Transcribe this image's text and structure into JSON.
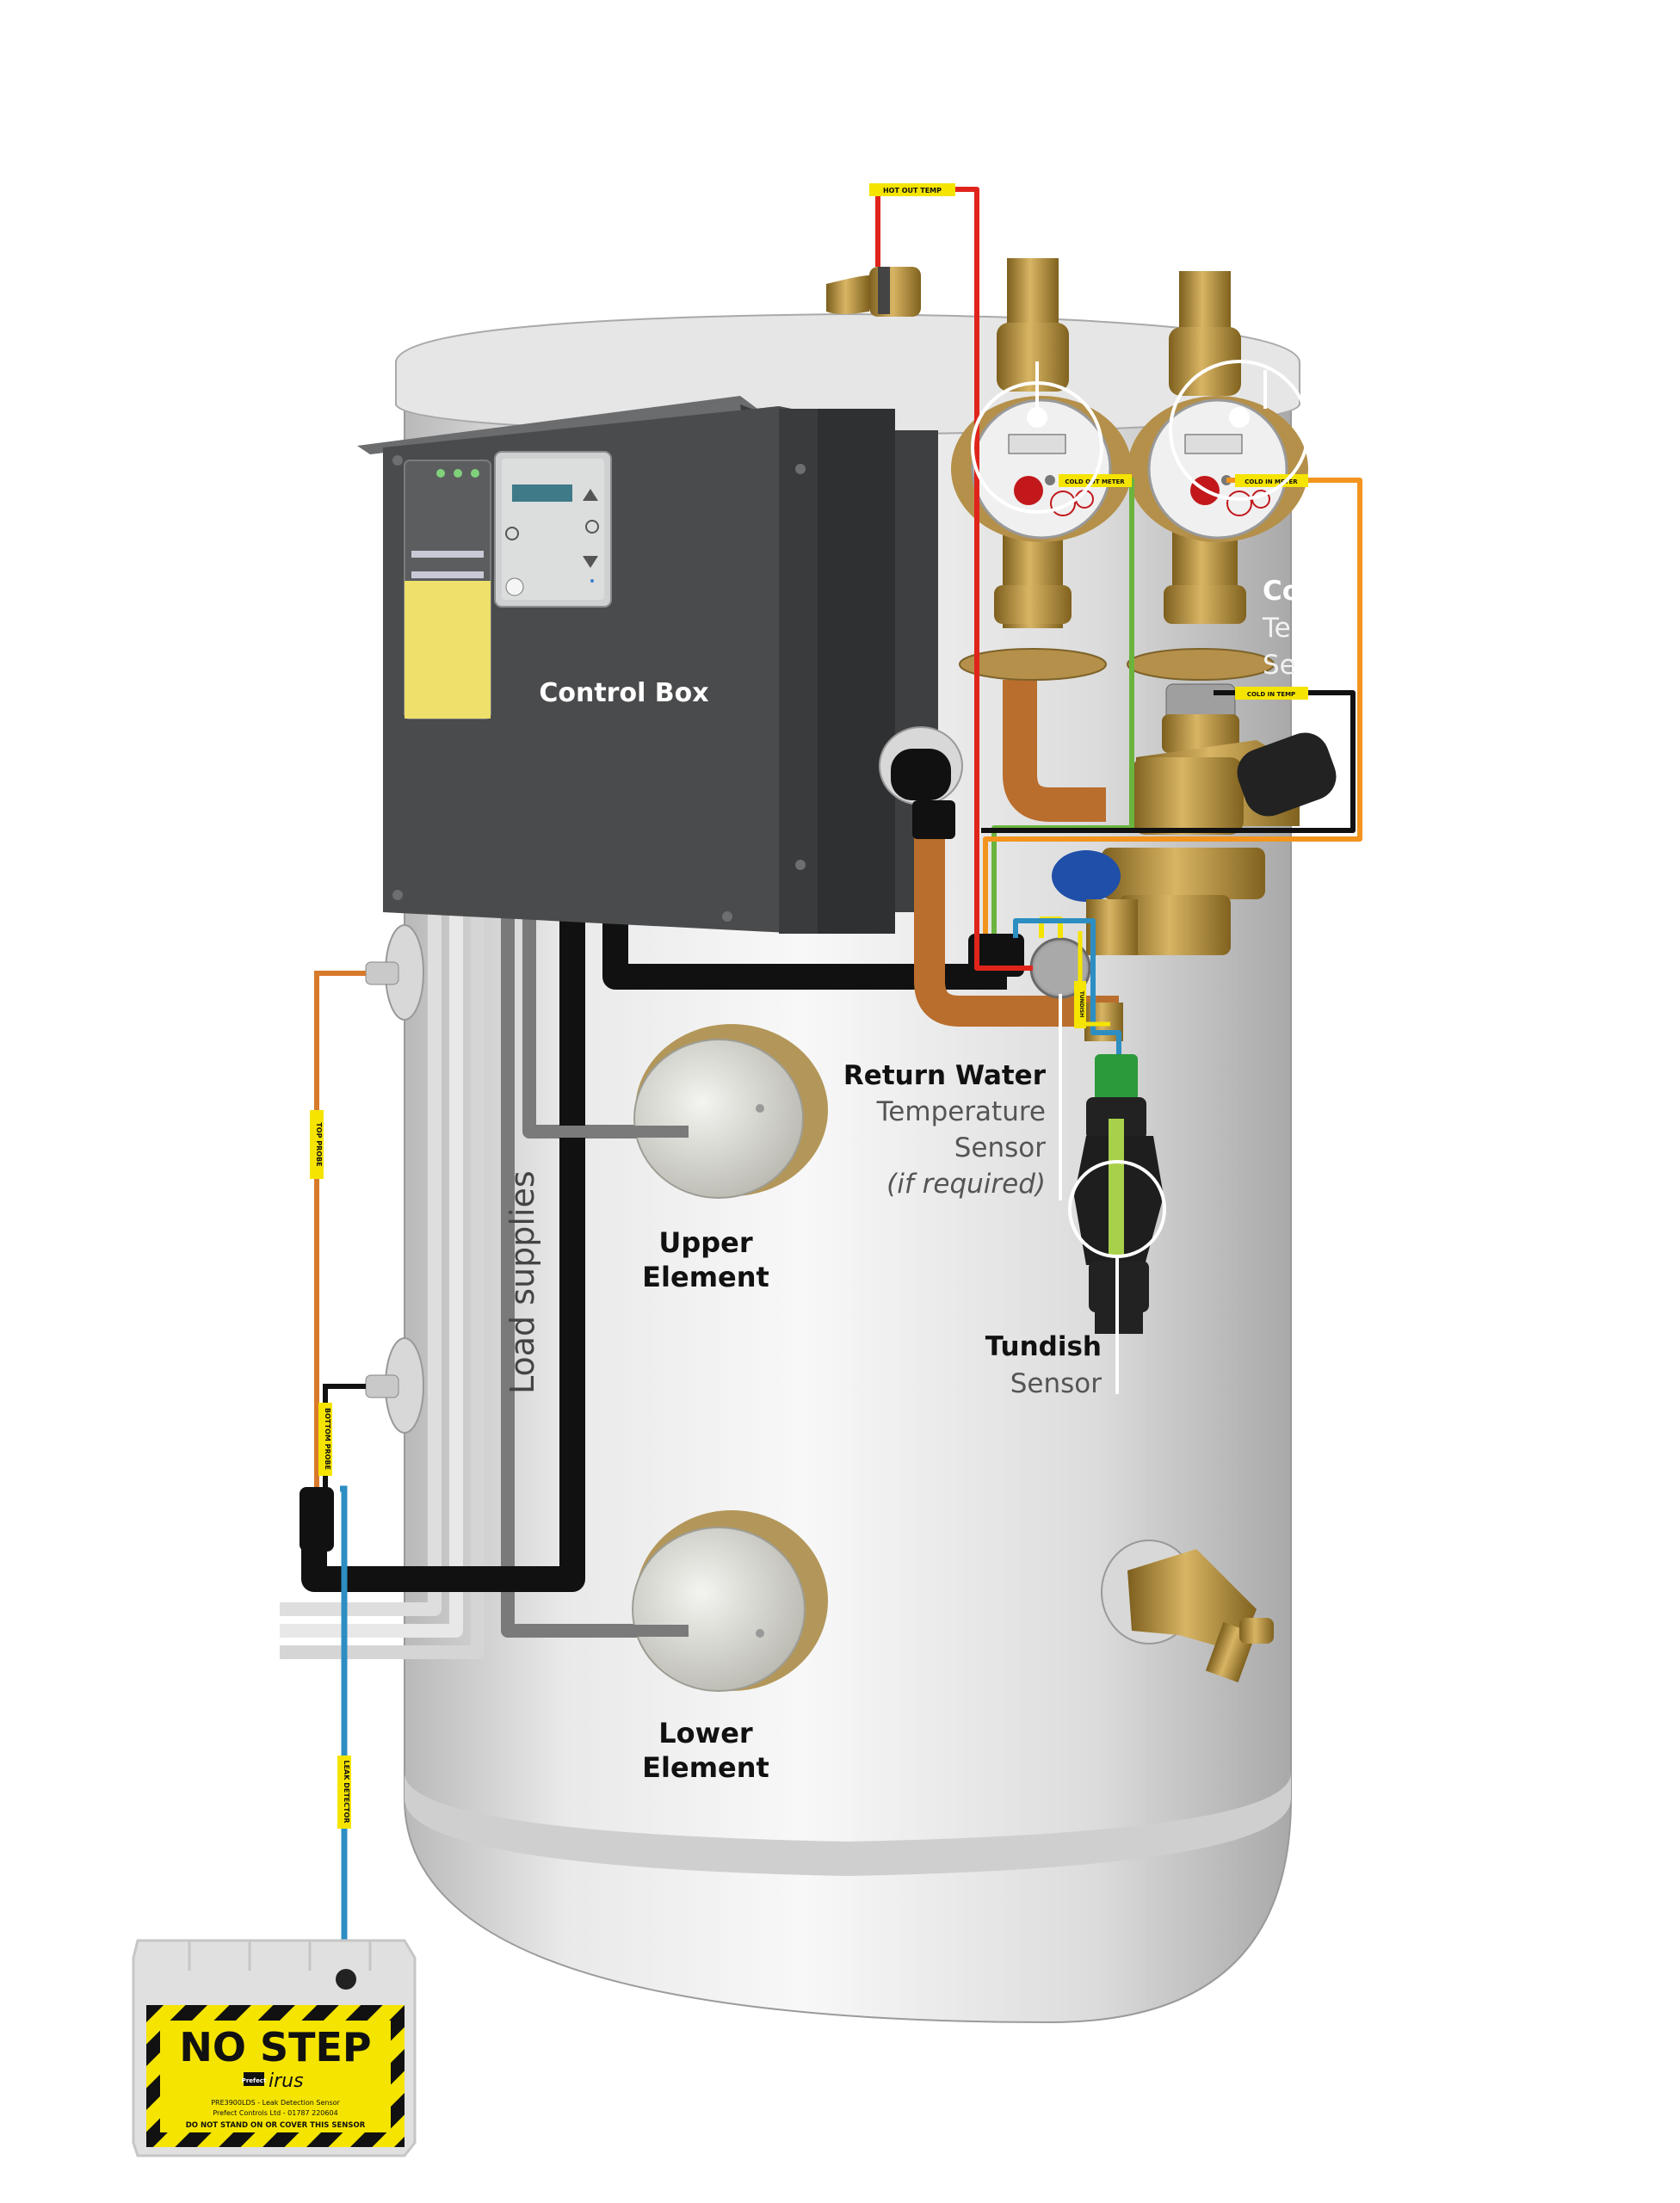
{
  "labels": {
    "control_box": "Control Box",
    "return_water_line1": "Return Water",
    "return_water_line2": "Temperature",
    "return_water_line3": "Sensor",
    "return_water_line4": "(if required)",
    "upper_element_line1": "Upper",
    "upper_element_line2": "Element",
    "lower_element_line1": "Lower",
    "lower_element_line2": "Element",
    "load_supplies": "Load supplies",
    "tundish_line1": "Tundish",
    "tundish_line2": "Sensor",
    "cold_in_partial_line1": "Co",
    "cold_in_partial_line2": "Te",
    "cold_in_partial_line3": "Se"
  },
  "wire_tags": {
    "hot_out_temp": "HOT OUT TEMP",
    "cold_out_meter": "COLD OUT METER",
    "cold_in_meter": "COLD IN METER",
    "cold_in_temp": "COLD IN TEMP",
    "top_probe": "TOP PROBE",
    "bottom_probe": "BOTTOM PROBE",
    "leak_detector": "LEAK DETECTOR",
    "tundish": "TUNDISH"
  },
  "sensor_pad": {
    "title": "NO STEP",
    "brand_small": "Prefect",
    "brand": "irus",
    "model": "PRE3900LDS - Leak Detection Sensor",
    "company": "Prefect Controls Ltd - 01787 220604",
    "warning": "DO NOT STAND ON OR COVER THIS SENSOR"
  },
  "colors": {
    "cylinder": "#e4e4e4",
    "control_box": "#4a4b4d",
    "copper": "#c77a35",
    "brass": "#b8933c",
    "wire_red": "#e0241b",
    "wire_orange": "#f2941e",
    "wire_green": "#6ab43e",
    "wire_blue": "#2d8ec2",
    "wire_black": "#111111",
    "tag_yellow": "#f5e400"
  }
}
